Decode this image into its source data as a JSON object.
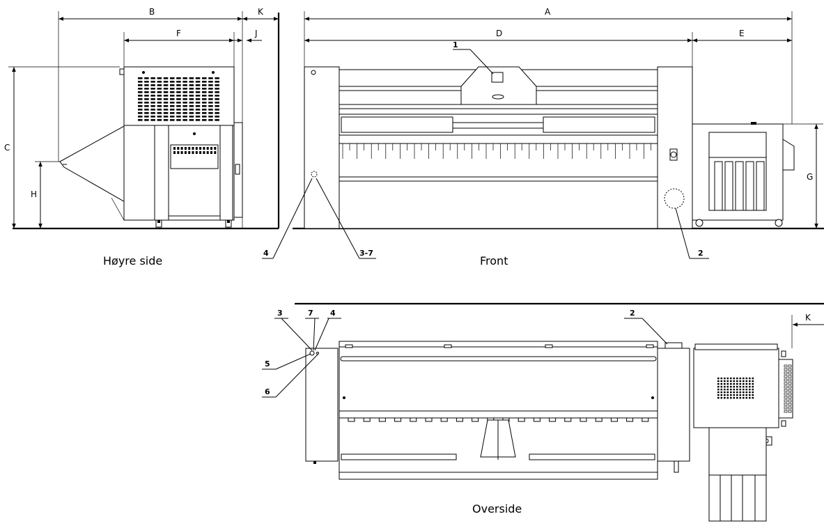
{
  "views": {
    "right_side": "Høyre side",
    "front": "Front",
    "top": "Overside"
  },
  "dimensions": {
    "A": "A",
    "B": "B",
    "C": "C",
    "D": "D",
    "E": "E",
    "F": "F",
    "G": "G",
    "H": "H",
    "J": "J",
    "K": "K",
    "K2": "K"
  },
  "callouts": {
    "front_1": "1",
    "front_2": "2",
    "front_3_7": "3-7",
    "front_4": "4",
    "top_2": "2",
    "top_3": "3",
    "top_4": "4",
    "top_5": "5",
    "top_6": "6",
    "top_7": "7"
  }
}
